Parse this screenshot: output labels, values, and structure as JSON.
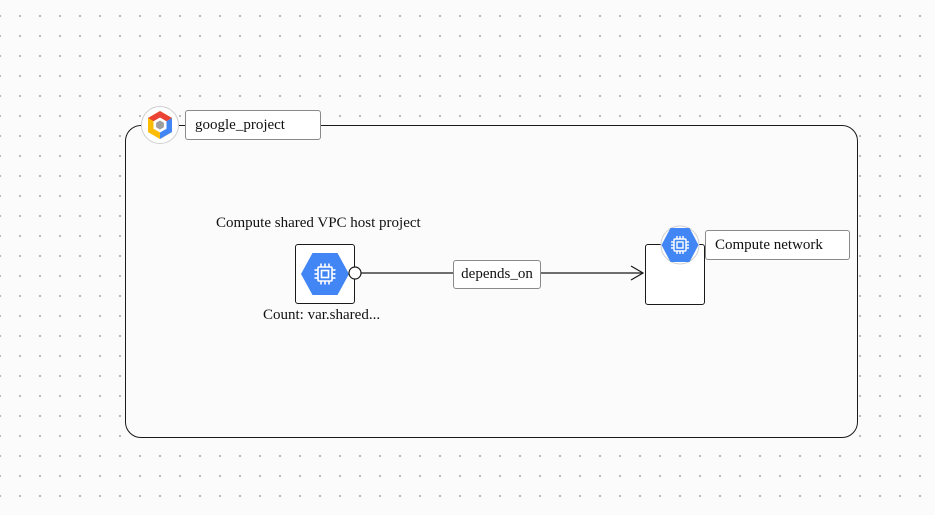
{
  "project": {
    "label": "google_project",
    "icon": "google-cloud-icon"
  },
  "source_node": {
    "title": "Compute shared VPC host project",
    "count": "Count: var.shared...",
    "icon": "compute-engine-icon"
  },
  "target_node": {
    "label": "Compute network",
    "icon": "compute-engine-icon"
  },
  "edge": {
    "label": "depends_on"
  },
  "colors": {
    "gcp_blue": "#4285f4",
    "gcp_red": "#ea4335",
    "gcp_yellow": "#fbbc05",
    "gcp_green": "#34a853",
    "stroke": "#1a1a1a"
  }
}
